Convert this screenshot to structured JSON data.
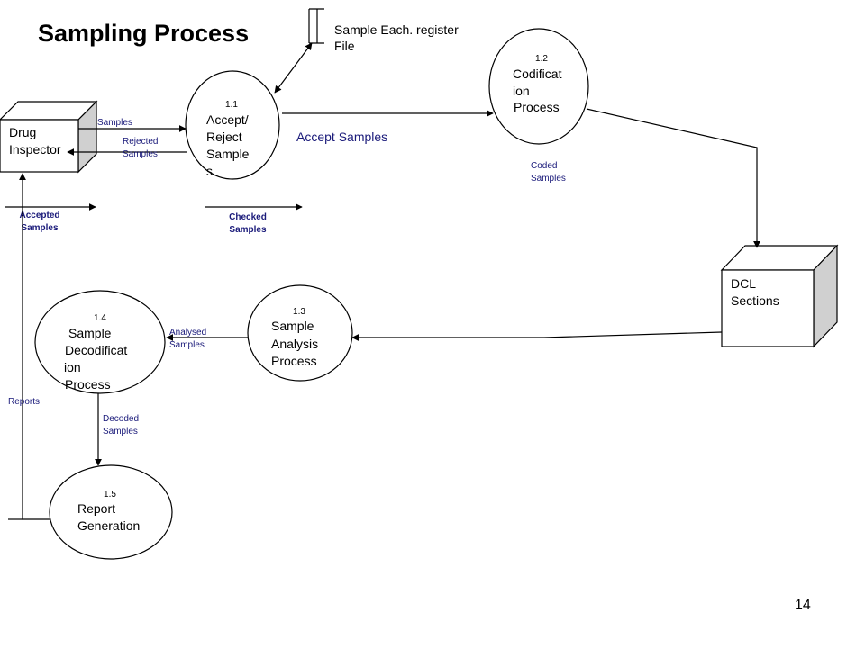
{
  "title": "Sampling Process",
  "page_number": "14",
  "data_store": {
    "line1": "Sample Each. register",
    "line2": "File"
  },
  "entities": {
    "drug_inspector": {
      "line1": "Drug",
      "line2": "Inspector"
    },
    "dcl_sections": {
      "line1": "DCL",
      "line2": "Sections"
    }
  },
  "processes": {
    "p1_1": {
      "number": "1.1",
      "lines": [
        "Accept/",
        "Reject",
        "Sample",
        "s"
      ]
    },
    "p1_2": {
      "number": "1.2",
      "lines": [
        "Codificat",
        "ion",
        "Process"
      ]
    },
    "p1_3": {
      "number": "1.3",
      "lines": [
        "Sample",
        "Analysis",
        "Process"
      ]
    },
    "p1_4": {
      "number": "1.4",
      "lines": [
        "Sample",
        "Decodificat",
        "ion",
        "Process"
      ]
    },
    "p1_5": {
      "number": "1.5",
      "lines": [
        "Report",
        "Generation"
      ]
    }
  },
  "flows": {
    "samples": "Samples",
    "rejected": [
      "Rejected",
      "Samples"
    ],
    "accepted": [
      "Accepted",
      "Samples"
    ],
    "checked": [
      "Checked",
      "Samples"
    ],
    "accept_samples": "Accept Samples",
    "coded": [
      "Coded",
      "Samples"
    ],
    "analysed": [
      "Analysed",
      "Samples"
    ],
    "decoded": [
      "Decoded",
      "Samples"
    ],
    "reports": "Reports"
  }
}
